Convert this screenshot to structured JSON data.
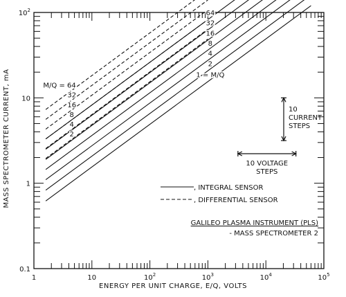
{
  "chart_data": {
    "type": "line",
    "title": "",
    "xlabel": "ENERGY PER UNIT CHARGE, E/Q, VOLTS",
    "ylabel": "MASS SPECTROMETER CURRENT, mA",
    "xscale": "log",
    "yscale": "log",
    "xlim": [
      1,
      100000
    ],
    "ylim": [
      0.1,
      100
    ],
    "grid": false,
    "x_ticks": [
      {
        "base": "1",
        "exp": ""
      },
      {
        "base": "10",
        "exp": ""
      },
      {
        "base": "10",
        "exp": "2"
      },
      {
        "base": "10",
        "exp": "3"
      },
      {
        "base": "10",
        "exp": "4"
      },
      {
        "base": "10",
        "exp": "5"
      }
    ],
    "y_ticks": [
      {
        "base": "0.1",
        "exp": ""
      },
      {
        "base": "1",
        "exp": ""
      },
      {
        "base": "10",
        "exp": ""
      },
      {
        "base": "10",
        "exp": "2"
      }
    ],
    "series_groups": [
      {
        "name": "INTEGRAL SENSOR",
        "style": "solid",
        "x_range": [
          1.6,
          60000
        ],
        "start_y": [
          0.62,
          0.83,
          1.1,
          1.45,
          1.9,
          2.5,
          3.3
        ],
        "label_prefix": "",
        "labels": [
          "1 = M/Q",
          "2",
          "4",
          "8",
          "16",
          "32",
          "64"
        ],
        "label_x": [
          1100,
          1100,
          1100,
          1100,
          1100,
          1100,
          1100
        ]
      },
      {
        "name": "DIFFERENTIAL SENSOR",
        "style": "dashed",
        "x_range": [
          1.6,
          1000
        ],
        "start_y": [
          1.95,
          2.55,
          3.3,
          4.3,
          5.6,
          7.3
        ],
        "label_prefix": "M/Q = ",
        "labels": [
          "2",
          "4",
          "8",
          "16",
          "32",
          "64"
        ],
        "label_x": [
          4.5,
          4.5,
          4.5,
          4.5,
          4.5,
          4.5
        ]
      }
    ],
    "slope": 0.5,
    "legend": {
      "position": "lower-right",
      "entries": [
        {
          "label": ", INTEGRAL SENSOR",
          "style": "solid"
        },
        {
          "label": ", DIFFERENTIAL SENSOR",
          "style": "dashed"
        }
      ]
    },
    "annotations": {
      "current_steps": [
        "10",
        "CURRENT",
        "STEPS"
      ],
      "voltage_steps": [
        "10 VOLTAGE",
        "STEPS"
      ],
      "title_note": [
        "GALILEO PLASMA INSTRUMENT (PLS)",
        "- MASS SPECTROMETER 2"
      ]
    }
  }
}
